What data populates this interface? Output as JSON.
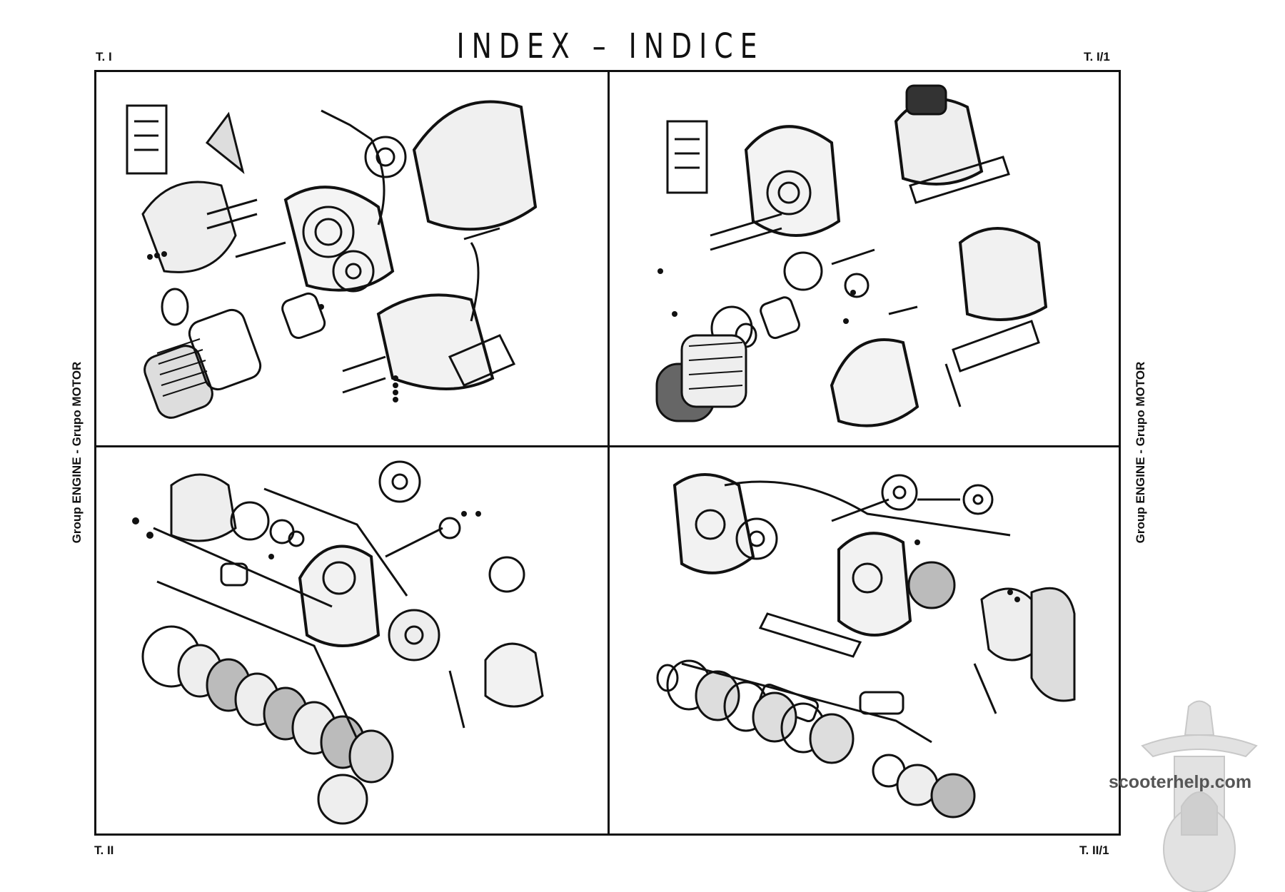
{
  "header": {
    "title": "INDEX – INDICE",
    "code_top_left": "T. I",
    "code_top_right": "T. I/1",
    "code_bottom_left": "T. II",
    "code_bottom_right": "T. II/1"
  },
  "side_labels": {
    "left": "Group ENGINE  -  Grupo MOTOR",
    "right": "Group ENGINE  -  Grupo MOTOR"
  },
  "panels": [
    {
      "id": "T. I",
      "content": "exploded-engine-diagram"
    },
    {
      "id": "T. I/1",
      "content": "exploded-engine-diagram"
    },
    {
      "id": "T. II",
      "content": "exploded-clutch-crankshaft-diagram"
    },
    {
      "id": "T. II/1",
      "content": "exploded-clutch-crankshaft-diagram"
    }
  ],
  "watermark": {
    "text": "scooterhelp.com"
  }
}
